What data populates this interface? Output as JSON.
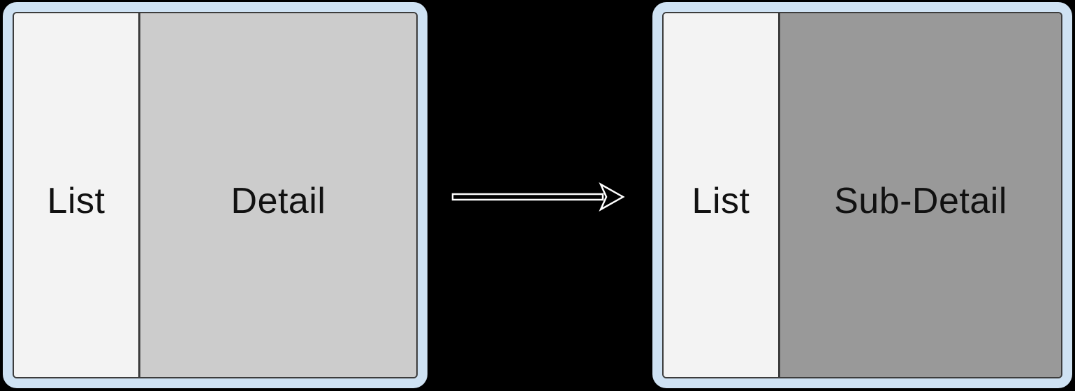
{
  "colors": {
    "background": "#000000",
    "device_frame": "#cfe2f3",
    "outline": "#3c3c3c",
    "text": "#111111",
    "arrow_stroke": "#ffffff",
    "arrow_fill": "#000000",
    "list_pane": "#f3f3f3",
    "detail_pane": "#cccccc",
    "sub_detail_pane": "#999999"
  },
  "before": {
    "panes": [
      {
        "label": "List"
      },
      {
        "label": "Detail"
      }
    ]
  },
  "after": {
    "panes": [
      {
        "label": "List"
      },
      {
        "label": "Sub-Detail"
      }
    ]
  }
}
